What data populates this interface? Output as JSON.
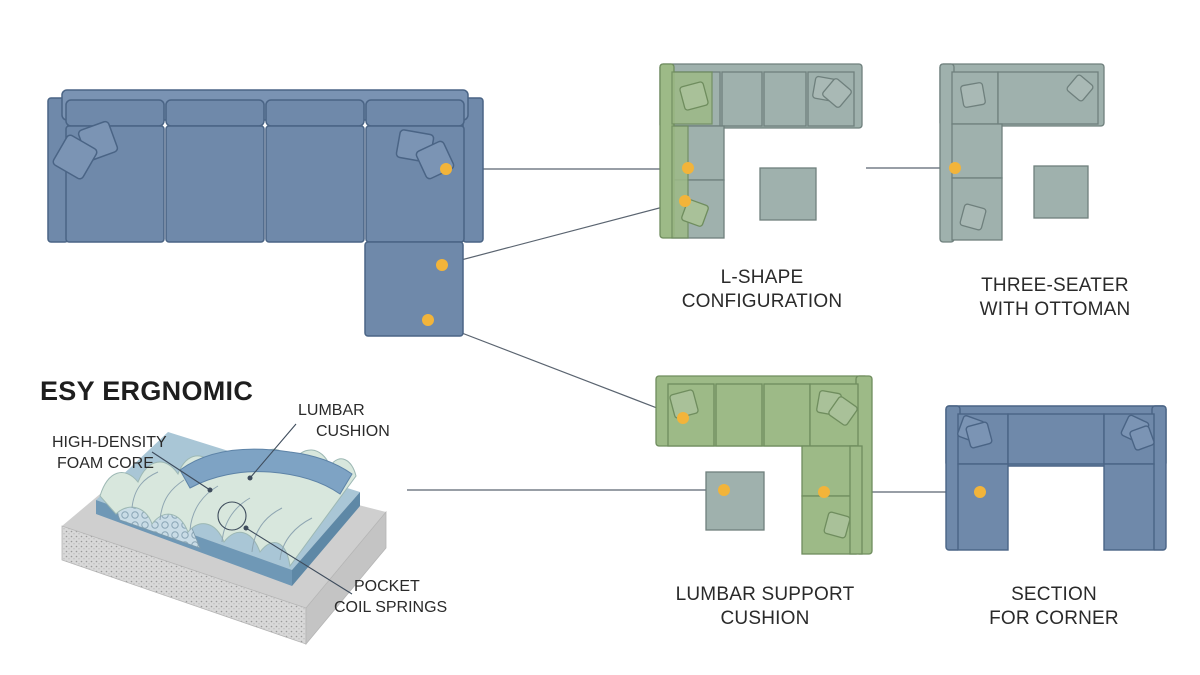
{
  "labels": {
    "l_shape": [
      "L-SHAPE",
      "CONFIGURATION"
    ],
    "three_seater": [
      "THREE-SEATER",
      "WITH OTTOMAN"
    ],
    "lumbar_support": [
      "LUMBAR SUPPORT",
      "CUSHION"
    ],
    "section_corner": [
      "SECTION",
      "FOR CORNER"
    ]
  },
  "ergonomic": {
    "title": "ESY ERGNOMIC",
    "foam": [
      "HIGH-DENSITY",
      "FOAM CORE"
    ],
    "lumbar": [
      "LUMBAR",
      "CUSHION"
    ],
    "springs": [
      "POCKET",
      "COIL SPRINGS"
    ]
  },
  "colors": {
    "blue": "#6f89aa",
    "blue_dark": "#4a6485",
    "green": "#9dba87",
    "green_dark": "#6f8d5e",
    "gray": "#9fb1ad",
    "gray_dark": "#6f807d",
    "dot": "#f2b43a",
    "line": "#5a6470"
  }
}
